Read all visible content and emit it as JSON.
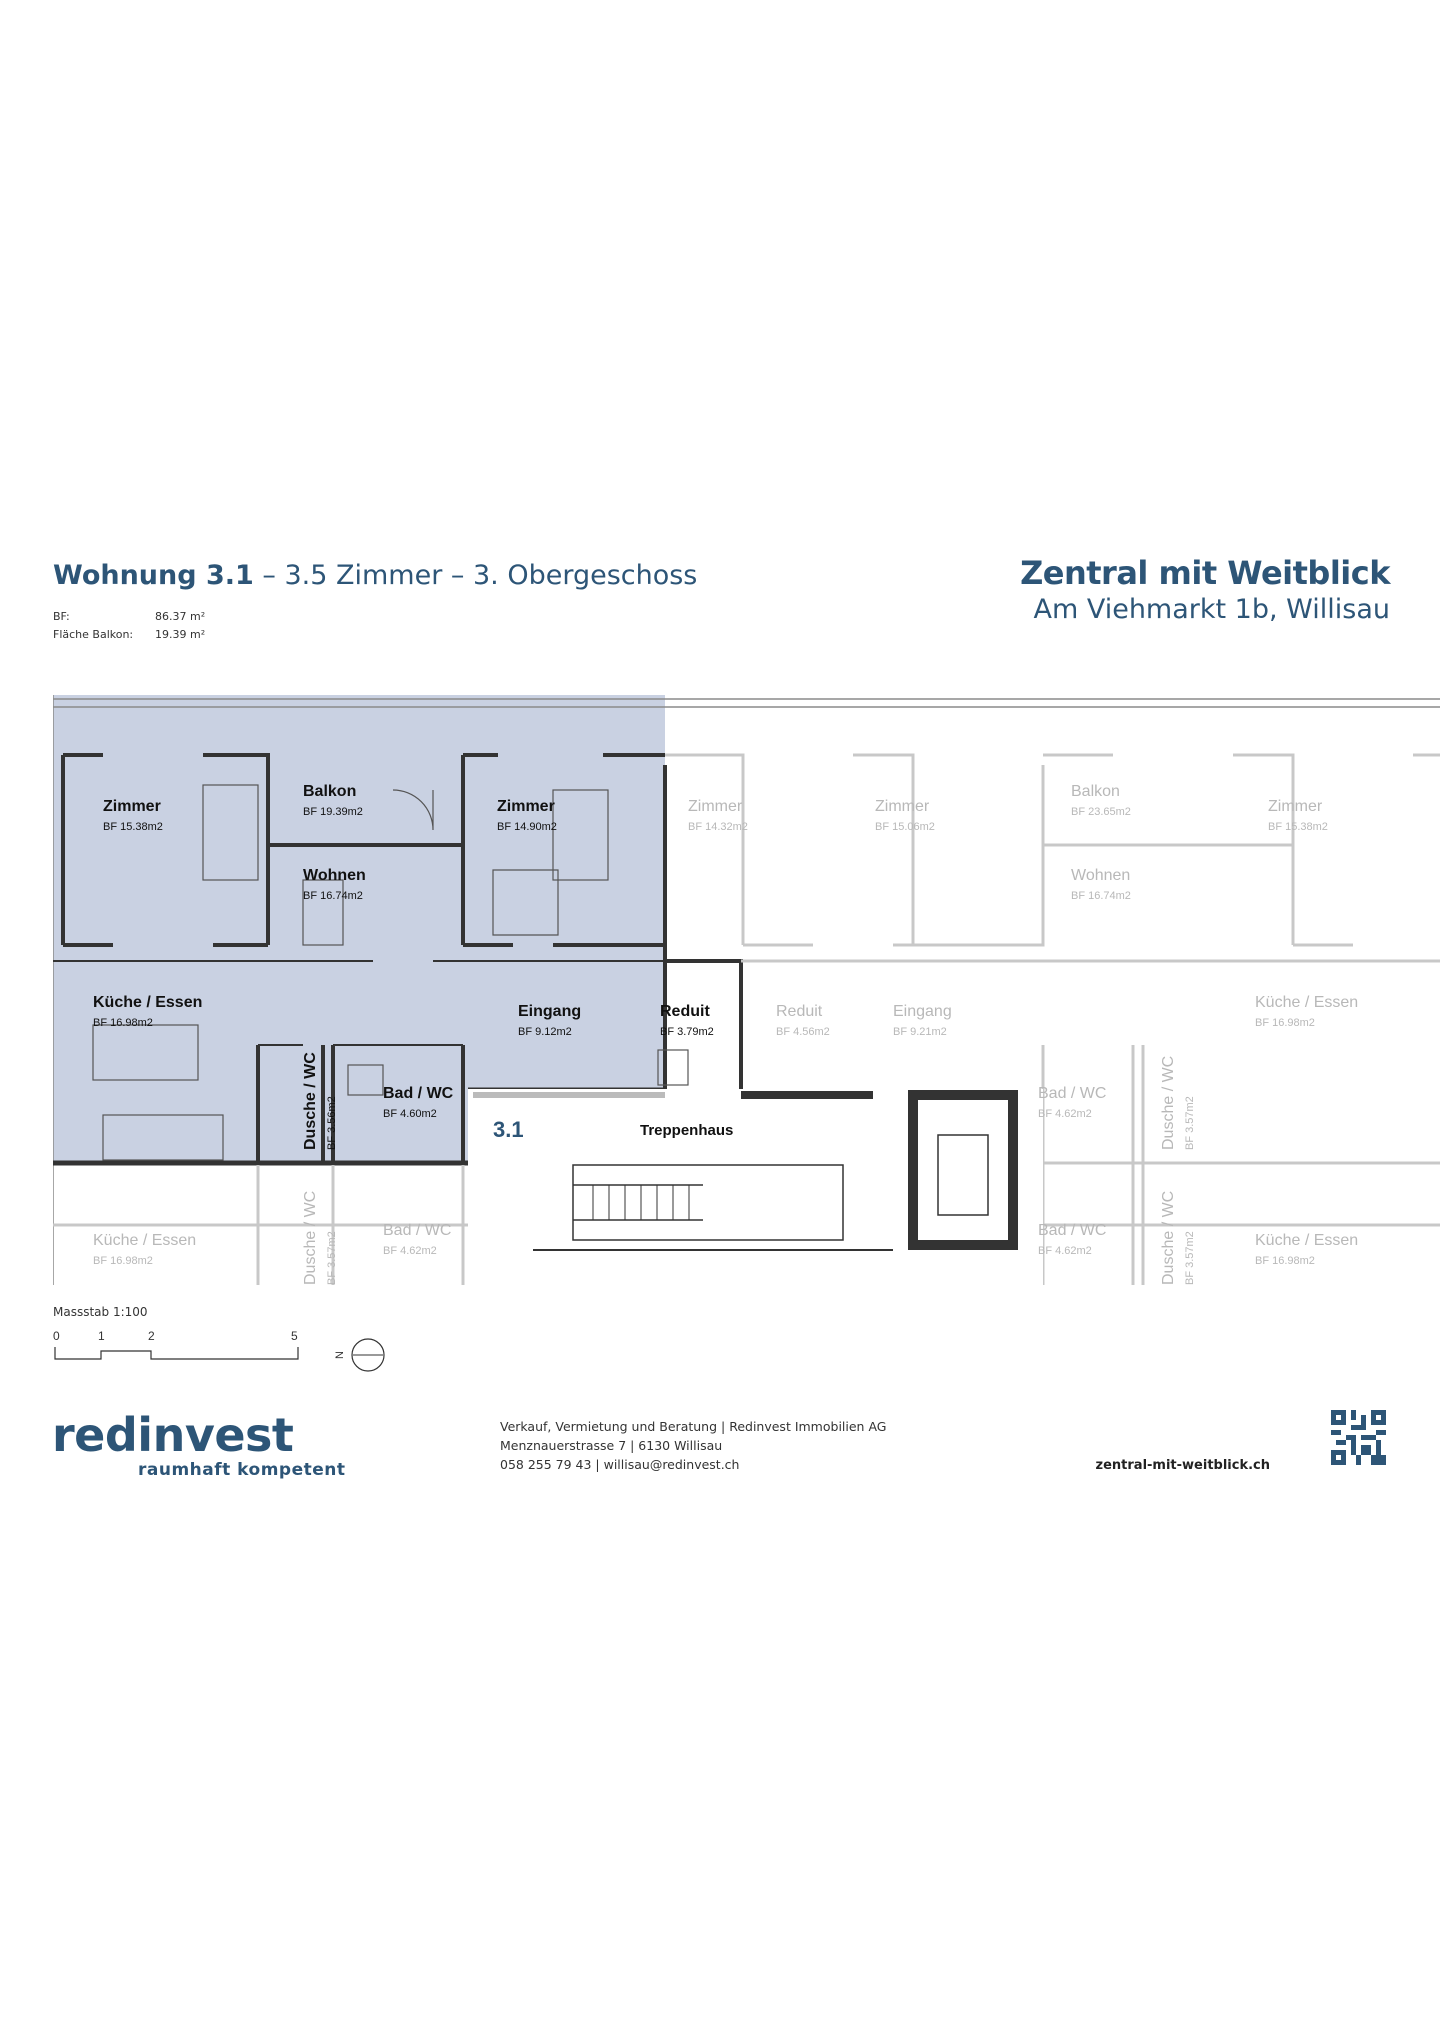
{
  "header": {
    "unit": "Wohnung 3.1",
    "rooms": " – 3.5 Zimmer – 3. Obergeschoss",
    "bf_label": "BF:",
    "bf_value": "86.37 m²",
    "balcony_label": "Fläche Balkon:",
    "balcony_value": "19.39 m²"
  },
  "project": {
    "name": "Zentral mit Weitblick",
    "address": "Am Viehmarkt 1b, Willisau"
  },
  "plan": {
    "unit_number": "3.1",
    "stairwell": "Treppenhaus",
    "rooms": [
      {
        "name": "Zimmer",
        "area": "BF  15.38m2"
      },
      {
        "name": "Balkon",
        "area": "BF  19.39m2"
      },
      {
        "name": "Zimmer",
        "area": "BF  14.90m2"
      },
      {
        "name": "Wohnen",
        "area": "BF  16.74m2"
      },
      {
        "name": "Küche / Essen",
        "area": "BF  16.98m2"
      },
      {
        "name": "Eingang",
        "area": "BF  9.12m2"
      },
      {
        "name": "Reduit",
        "area": "BF 3.79m2"
      },
      {
        "name": "Bad / WC",
        "area": "BF  4.60m2"
      },
      {
        "name": "Dusche / WC",
        "area": "BF  3.56m2"
      }
    ],
    "faded_rooms": [
      {
        "name": "Zimmer",
        "area": "BF  14.32m2"
      },
      {
        "name": "Zimmer",
        "area": "BF  15.06m2"
      },
      {
        "name": "Balkon",
        "area": "BF  23.65m2"
      },
      {
        "name": "Zimmer",
        "area": "BF  15.38m2"
      },
      {
        "name": "Wohnen",
        "area": "BF  16.74m2"
      },
      {
        "name": "Reduit",
        "area": "BF 4.56m2"
      },
      {
        "name": "Eingang",
        "area": "BF  9.21m2"
      },
      {
        "name": "Küche / Essen",
        "area": "BF  16.98m2"
      },
      {
        "name": "Bad / WC",
        "area": "BF  4.62m2"
      },
      {
        "name": "Dusche / WC",
        "area": "BF  3.57m2"
      },
      {
        "name": "Bad / WC",
        "area": "BF  4.62m2"
      },
      {
        "name": "Dusche / WC",
        "area": "BF  3.57m2"
      },
      {
        "name": "Küche / Essen",
        "area": "BF  16.98m2"
      },
      {
        "name": "Küche / Essen",
        "area": "BF  16.98m2"
      },
      {
        "name": "Dusche / WC",
        "area": "BF  3.57m2"
      },
      {
        "name": "Bad / WC",
        "area": "BF  4.62m2"
      }
    ]
  },
  "scale": {
    "label": "Massstab 1:100",
    "ticks": [
      "0",
      "1",
      "2",
      "5"
    ],
    "north": "N"
  },
  "footer": {
    "brand": "redinvest",
    "tagline": "raumhaft kompetent",
    "line1": "Verkauf, Vermietung und Beratung | Redinvest Immobilien AG",
    "line2": "Menznauerstrasse 7 | 6130 Willisau",
    "line3": "058 255 79 43 | willisau@redinvest.ch",
    "website": "zentral-mit-weitblick.ch"
  },
  "colors": {
    "accent": "#2d5577",
    "highlight": "#c9d1e2"
  }
}
